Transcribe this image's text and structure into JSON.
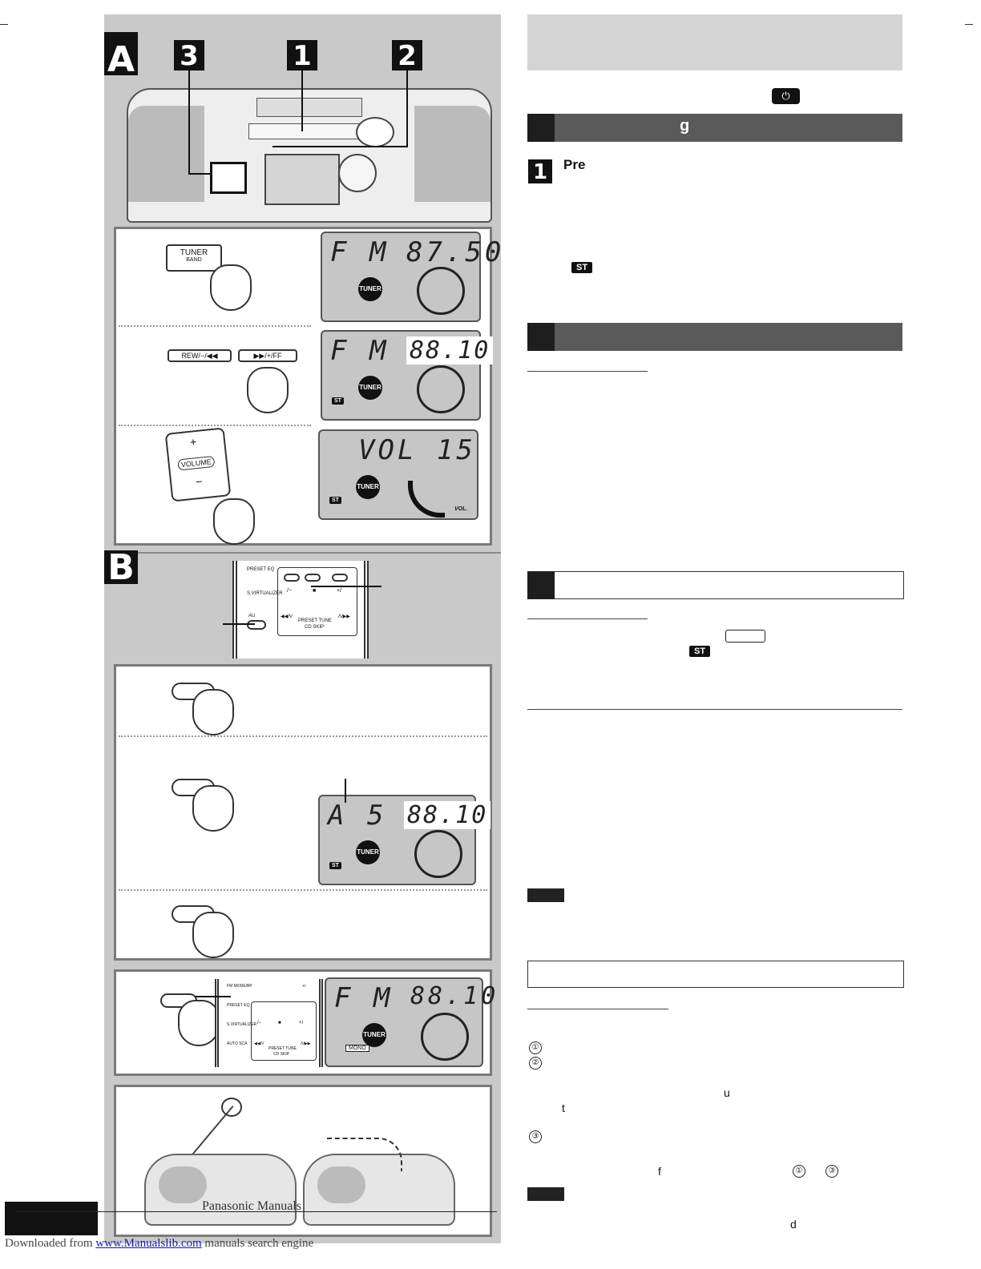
{
  "illustration": {
    "section_a_letter": "A",
    "section_b_letter": "B",
    "step_numbers": [
      "3",
      "1",
      "2"
    ],
    "tuner_button": {
      "line1": "TUNER",
      "line2": "BAND"
    },
    "rew_button": "REW/−/◀◀",
    "ff_button": "▶▶/+/FF",
    "volume_button": {
      "plus": "+",
      "label": "VOLUME",
      "minus": "−"
    },
    "displays": {
      "d1": {
        "band": "F M",
        "freq": "87.50"
      },
      "d2": {
        "band": "F M",
        "freq": "88.10"
      },
      "d3": {
        "text": "VOL 15",
        "vol_label": "VOL."
      },
      "d4": {
        "band": "A 5",
        "freq": "88.10"
      },
      "d5": {
        "band": "F M",
        "freq": "88.10",
        "mono": "MONO"
      }
    },
    "tuner_badge": "TUNER",
    "st_badge": "ST",
    "remote_b": {
      "preset_eq": "PRESET EQ",
      "s_virtualizer": "S.VIRTUALIZER",
      "au": "AU",
      "minus": "/−",
      "stop": "■",
      "plus": "+/",
      "prev": "◀◀/V",
      "preset_tune": "PRESET TUNE",
      "cd_skip": "CD SKIP",
      "next": "Λ/▶▶"
    },
    "remote_c": {
      "fm_mode": "FM MODE/BP",
      "preset_eq": "PRESET EQ",
      "s_virtualizer": "S.VIRTUALIZER",
      "auto_scan": "AUTO SCA",
      "minus": "/−",
      "stop": "■",
      "plus": "+/",
      "prev": "◀◀/V",
      "preset_tune": "PRESET TUNE",
      "cd_skip": "CD SKIP",
      "next": "Λ/▶▶",
      "small_plus": "+/"
    }
  },
  "right_column": {
    "power_icon": "power-symbol",
    "section1_heading": "g",
    "step1_number": "1",
    "step1_title": "Pre",
    "st_inline": "ST",
    "circled": [
      "①",
      "②",
      "③"
    ],
    "fragments": {
      "u": "u",
      "t": "t",
      "f": "f",
      "ref1": "①",
      "ref3": "③",
      "d": "d"
    }
  },
  "footer": {
    "watermark": "Panasonic Manuals",
    "downloaded_from": "Downloaded from ",
    "link": "www.Manualslib.com",
    "tail": " manuals search engine"
  }
}
